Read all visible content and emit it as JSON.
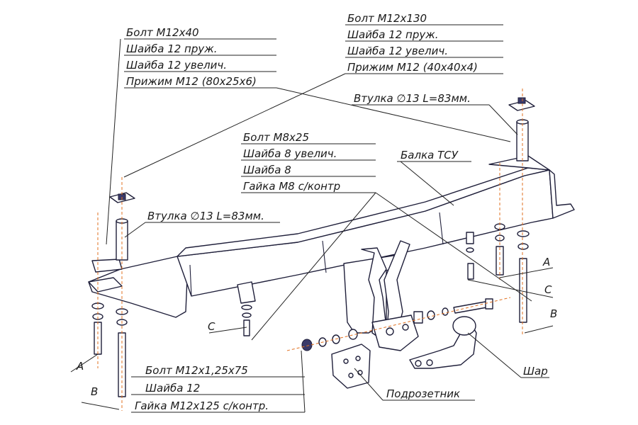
{
  "callouts": {
    "left_bolt": [
      "Болт М12х40",
      "Шайба 12 пруж.",
      "Шайба 12 увелич.",
      "Прижим М12 (80х25х6)"
    ],
    "right_bolt": [
      "Болт М12х130",
      "Шайба 12 пруж.",
      "Шайба 12 увелич.",
      "Прижим М12 (40х40х4)"
    ],
    "right_sleeve": "Втулка ∅13 L=83мм.",
    "center_bolt": [
      "Болт М8х25",
      "Шайба 8 увелич.",
      "Шайба 8",
      "Гайка М8 с/контр"
    ],
    "beam": "Балка ТСУ",
    "left_sleeve": "Втулка ∅13 L=83мм.",
    "bottom_bolt": [
      "Болт М12х1,25х75",
      "Шайба 12",
      "Гайка М12х125 с/контр."
    ],
    "socket_plate": "Подрозетник",
    "ball": "Шар",
    "ref_A_left": "А",
    "ref_B_left": "В",
    "ref_C_left": "С",
    "ref_A_right": "А",
    "ref_C_right": "С",
    "ref_B_right": "В"
  },
  "colors": {
    "line": "#1f1f3a",
    "axis": "#e07020",
    "fill": "#d9dcef"
  }
}
